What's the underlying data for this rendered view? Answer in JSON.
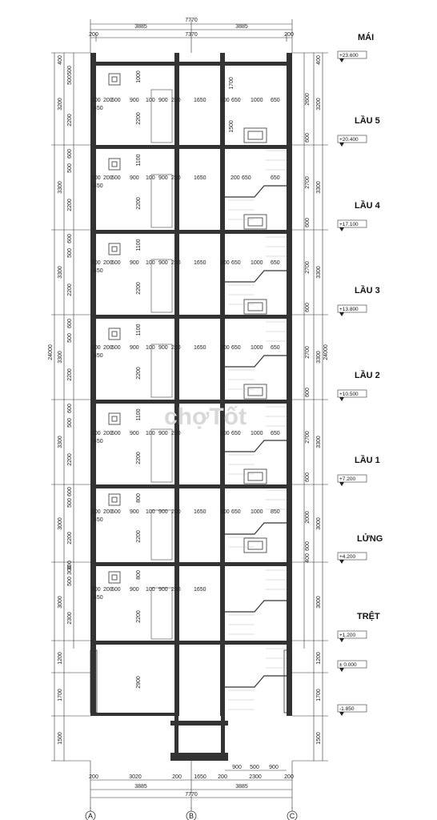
{
  "top_dims": {
    "overall": "7770",
    "halves": [
      "3885",
      "3885"
    ],
    "inner": "7370",
    "left_wall": "200",
    "right_wall": "200"
  },
  "bottom_dims": {
    "row1": [
      "200",
      "3020",
      "200",
      "1650",
      "200",
      "2300",
      "200"
    ],
    "stair_row": [
      "900",
      "500",
      "900"
    ],
    "halves": [
      "3885",
      "3885"
    ],
    "overall": "7770"
  },
  "grid_labels": [
    "A",
    "B",
    "C"
  ],
  "floors": [
    {
      "name": "MÁI",
      "level": "+23.600"
    },
    {
      "name": "LẦU 5",
      "level": "+20.400"
    },
    {
      "name": "LẦU 4",
      "level": "+17.100"
    },
    {
      "name": "LẦU 3",
      "level": "+13.800"
    },
    {
      "name": "LẦU 2",
      "level": "+10.500"
    },
    {
      "name": "LẦU 1",
      "level": "+7.200"
    },
    {
      "name": "LỬNG",
      "level": "+4.200"
    },
    {
      "name": "TRỆT",
      "level": "+1.200"
    },
    {
      "name": "",
      "level": "± 0.000"
    },
    {
      "name": "",
      "level": "-1.850"
    }
  ],
  "left_dims": {
    "totals": [
      "400",
      "3200",
      "3300",
      "3300",
      "3300",
      "3300",
      "3000",
      "3000",
      "1200",
      "1700",
      "1500"
    ],
    "overall": "24000",
    "sub_a": [
      "500",
      "500",
      "600",
      "500",
      "600",
      "500",
      "600",
      "500",
      "600",
      "500",
      "600",
      "500",
      "300",
      "500",
      "300"
    ],
    "sub_b": [
      "2200",
      "2200",
      "2200",
      "2200",
      "2200",
      "2200",
      "2300"
    ],
    "door": [
      "1000",
      "1100",
      "1100",
      "1100",
      "1100",
      "800",
      "800"
    ],
    "door_h": [
      "2200",
      "2200",
      "2200",
      "2200",
      "2200",
      "2200",
      "2200",
      "2900"
    ]
  },
  "right_dims": {
    "totals": [
      "400",
      "3200",
      "3300",
      "3300",
      "3300",
      "3300",
      "3000",
      "3000",
      "1200",
      "1700",
      "1500"
    ],
    "overall": "24000",
    "sub": [
      "2600",
      "600",
      "2700",
      "600",
      "2700",
      "600",
      "2700",
      "600",
      "2700",
      "600",
      "2000",
      "600",
      "400"
    ],
    "stair_h": [
      "1700",
      "1500"
    ]
  },
  "room_dims": {
    "left_row": [
      "100",
      "200",
      "600",
      "900",
      "100",
      "900",
      "200"
    ],
    "left_sub": "450",
    "center": "1650",
    "right_row": [
      "200",
      "650",
      "1000",
      "650"
    ],
    "right_last": "850"
  },
  "watermark": "chợTốt"
}
